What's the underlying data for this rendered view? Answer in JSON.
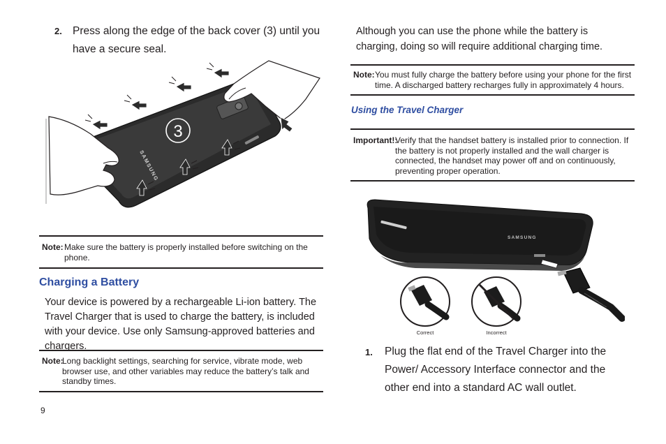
{
  "left": {
    "step2": {
      "number": "2.",
      "text": "Press along the edge of the back cover (3) until you have a secure seal."
    },
    "figure": {
      "callout": "3",
      "brand": "SAMSUNG"
    },
    "note1": {
      "label": "Note:",
      "text": "Make sure the battery is properly installed before switching on the phone."
    },
    "section_title": "Charging a Battery",
    "paragraph": "Your device is powered by a rechargeable Li-ion battery. The Travel Charger that is used to charge the battery, is included with your device. Use only Samsung-approved batteries and chargers.",
    "note2": {
      "label": "Note:",
      "text": "Long backlight settings, searching for service, vibrate mode, web browser use, and other variables may reduce the battery’s talk and standby times."
    },
    "page_number": "9"
  },
  "right": {
    "paragraph": "Although you can use the phone while the battery is charging, doing so will require additional charging time.",
    "note": {
      "label": "Note:",
      "text": "You must fully charge the battery before using your phone for the first time. A discharged battery recharges fully in approximately 4 hours."
    },
    "subsection_title": "Using the Travel Charger",
    "important": {
      "label": "Important!:",
      "text": "Verify that the handset battery is installed prior to connection. If the battery is not properly installed and the wall charger is connected, the handset may power off and on continuously, preventing proper operation."
    },
    "figure": {
      "brand": "SAMSUNG",
      "correct_label": "Correct",
      "incorrect_label": "Incorrect"
    },
    "step1": {
      "number": "1.",
      "text": "Plug the flat end of the Travel Charger into the Power/ Accessory Interface connector and the other end into a standard AC wall outlet."
    }
  }
}
